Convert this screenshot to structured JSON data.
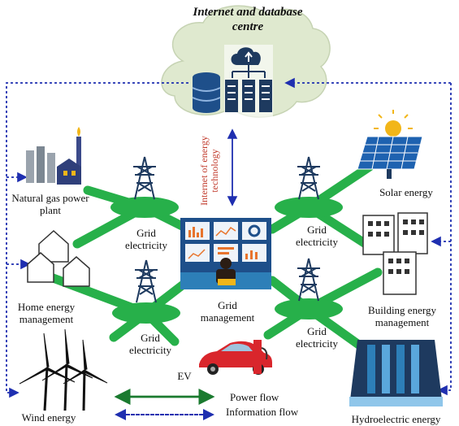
{
  "title_line1": "Internet and database",
  "title_line2": "centre",
  "iot_line1": "Internet of energy",
  "iot_line2": "technology",
  "natural_gas_line1": "Natural gas power",
  "natural_gas_line2": "plant",
  "solar": "Solar energy",
  "home_line1": "Home energy",
  "home_line2": "management",
  "building_line1": "Building energy",
  "building_line2": "management",
  "wind": "Wind energy",
  "hydro": "Hydroelectric energy",
  "ev": "EV",
  "grid_word": "Grid",
  "electricity_word": "electricity",
  "management_word": "management",
  "legend_power": "Power flow",
  "legend_info": "Information flow",
  "colors": {
    "power_flow": "#1a9641",
    "network": "#27b04a",
    "information_flow": "#1f2fb0",
    "cloud": "#dfe9cf",
    "label_red": "#c0392b"
  }
}
